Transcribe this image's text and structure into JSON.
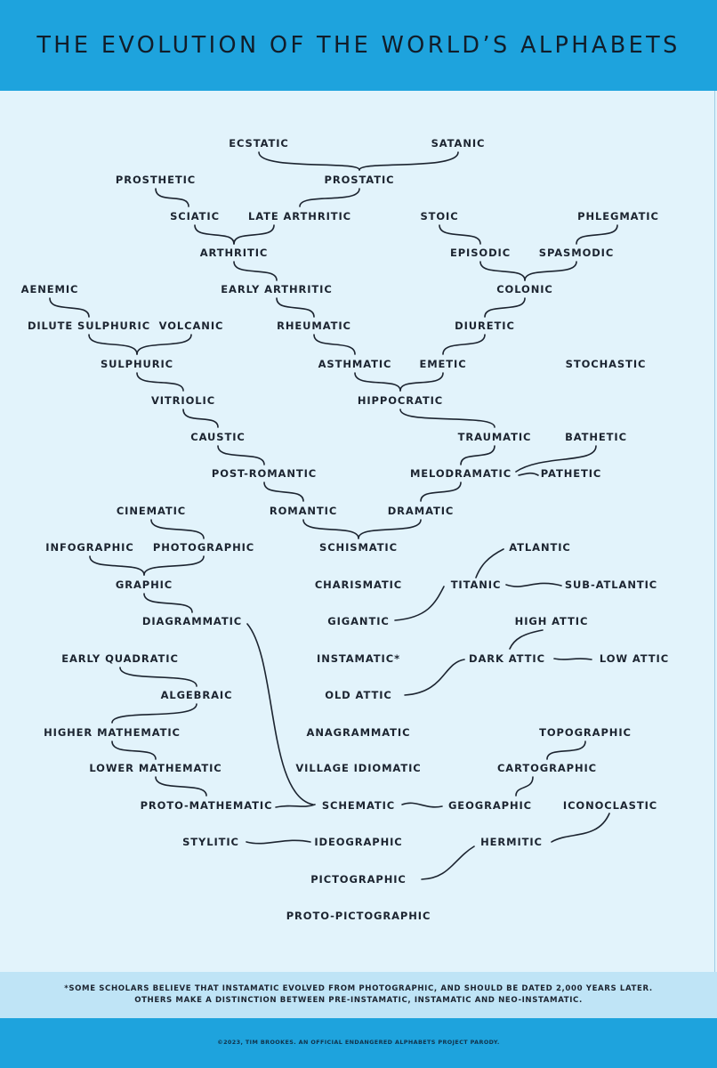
{
  "title": "THE EVOLUTION OF THE WORLD’S ALPHABETS",
  "diagram": {
    "nodes": {
      "ecstatic": "ECSTATIC",
      "satanic": "SATANIC",
      "prosthetic": "PROSTHETIC",
      "prostatic": "PROSTATIC",
      "sciatic": "SCIATIC",
      "late_arthritic": "LATE ARTHRITIC",
      "stoic": "STOIC",
      "phlegmatic": "PHLEGMATIC",
      "arthritic": "ARTHRITIC",
      "episodic": "EPISODIC",
      "spasmodic": "SPASMODIC",
      "aenemic": "AENEMIC",
      "early_arthritic": "EARLY ARTHRITIC",
      "colonic": "COLONIC",
      "dilute_sulphuric": "DILUTE SULPHURIC",
      "volcanic": "VOLCANIC",
      "rheumatic": "RHEUMATIC",
      "diuretic": "DIURETIC",
      "sulphuric": "SULPHURIC",
      "asthmatic": "ASTHMATIC",
      "emetic": "EMETIC",
      "stochastic": "STOCHASTIC",
      "vitriolic": "VITRIOLIC",
      "hippocratic": "HIPPOCRATIC",
      "caustic": "CAUSTIC",
      "traumatic": "TRAUMATIC",
      "bathetic": "BATHETIC",
      "post_romantic": "POST-ROMANTIC",
      "melodramatic": "MELODRAMATIC",
      "pathetic": "PATHETIC",
      "cinematic": "CINEMATIC",
      "romantic": "ROMANTIC",
      "dramatic": "DRAMATIC",
      "infographic": "INFOGRAPHIC",
      "photographic": "PHOTOGRAPHIC",
      "schismatic": "SCHISMATIC",
      "atlantic": "ATLANTIC",
      "graphic": "GRAPHIC",
      "charismatic": "CHARISMATIC",
      "titanic": "TITANIC",
      "sub_atlantic": "SUB-ATLANTIC",
      "diagrammatic": "DIAGRAMMATIC",
      "gigantic": "GIGANTIC",
      "high_attic": "HIGH ATTIC",
      "early_quadratic": "EARLY QUADRATIC",
      "instamatic": "INSTAMATIC*",
      "dark_attic": "DARK ATTIC",
      "low_attic": "LOW ATTIC",
      "algebraic": "ALGEBRAIC",
      "old_attic": "OLD ATTIC",
      "higher_mathematic": "HIGHER MATHEMATIC",
      "anagrammatic": "ANAGRAMMATIC",
      "topographic": "TOPOGRAPHIC",
      "lower_mathematic": "LOWER MATHEMATIC",
      "village_idiomatic": "VILLAGE IDIOMATIC",
      "cartographic": "CARTOGRAPHIC",
      "proto_mathematic": "PROTO-MATHEMATIC",
      "schematic": "SCHEMATIC",
      "geographic": "GEOGRAPHIC",
      "iconoclastic": "ICONOCLASTIC",
      "stylitic": "STYLITIC",
      "ideographic": "IDEOGRAPHIC",
      "hermitic": "HERMITIC",
      "pictographic": "PICTOGRAPHIC",
      "proto_pictographic": "PROTO-PICTOGRAPHIC"
    }
  },
  "footnote": {
    "line1": "*SOME SCHOLARS BELIEVE THAT INSTAMATIC EVOLVED FROM PHOTOGRAPHIC, AND SHOULD BE DATED 2,000 YEARS LATER.",
    "line2": "OTHERS MAKE A DISTINCTION BETWEEN PRE-INSTAMATIC, INSTAMATIC AND NEO-INSTAMATIC."
  },
  "credit": "©2023, TIM BROOKES. AN OFFICIAL ENDANGERED ALPHABETS PROJECT PARODY.",
  "colors": {
    "header_blue": "#1ea3dd",
    "panel_light_blue": "#e2f3fb",
    "footnote_band": "#bfe4f6",
    "ink": "#1c2430"
  }
}
